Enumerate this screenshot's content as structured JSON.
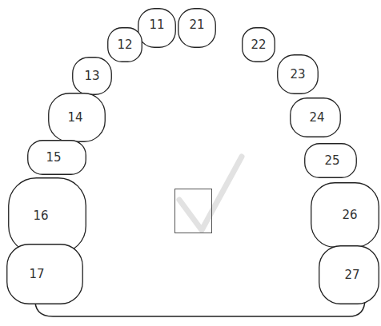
{
  "diagram": {
    "nodes": [
      {
        "text": [
          "11"
        ]
      },
      {
        "text": [
          "21"
        ]
      },
      {
        "text": [
          "12"
        ]
      },
      {
        "text": [
          "22"
        ]
      },
      {
        "text": [
          "13"
        ]
      },
      {
        "text": [
          "23"
        ]
      },
      {
        "text": [
          "14"
        ]
      },
      {
        "text": [
          "24"
        ]
      },
      {
        "text": [
          "15"
        ]
      },
      {
        "text": [
          "25"
        ]
      },
      {
        "text": [
          "16"
        ]
      },
      {
        "text": [
          "26"
        ]
      },
      {
        "text": [
          "17"
        ]
      },
      {
        "text": [
          "27"
        ]
      }
    ]
  }
}
